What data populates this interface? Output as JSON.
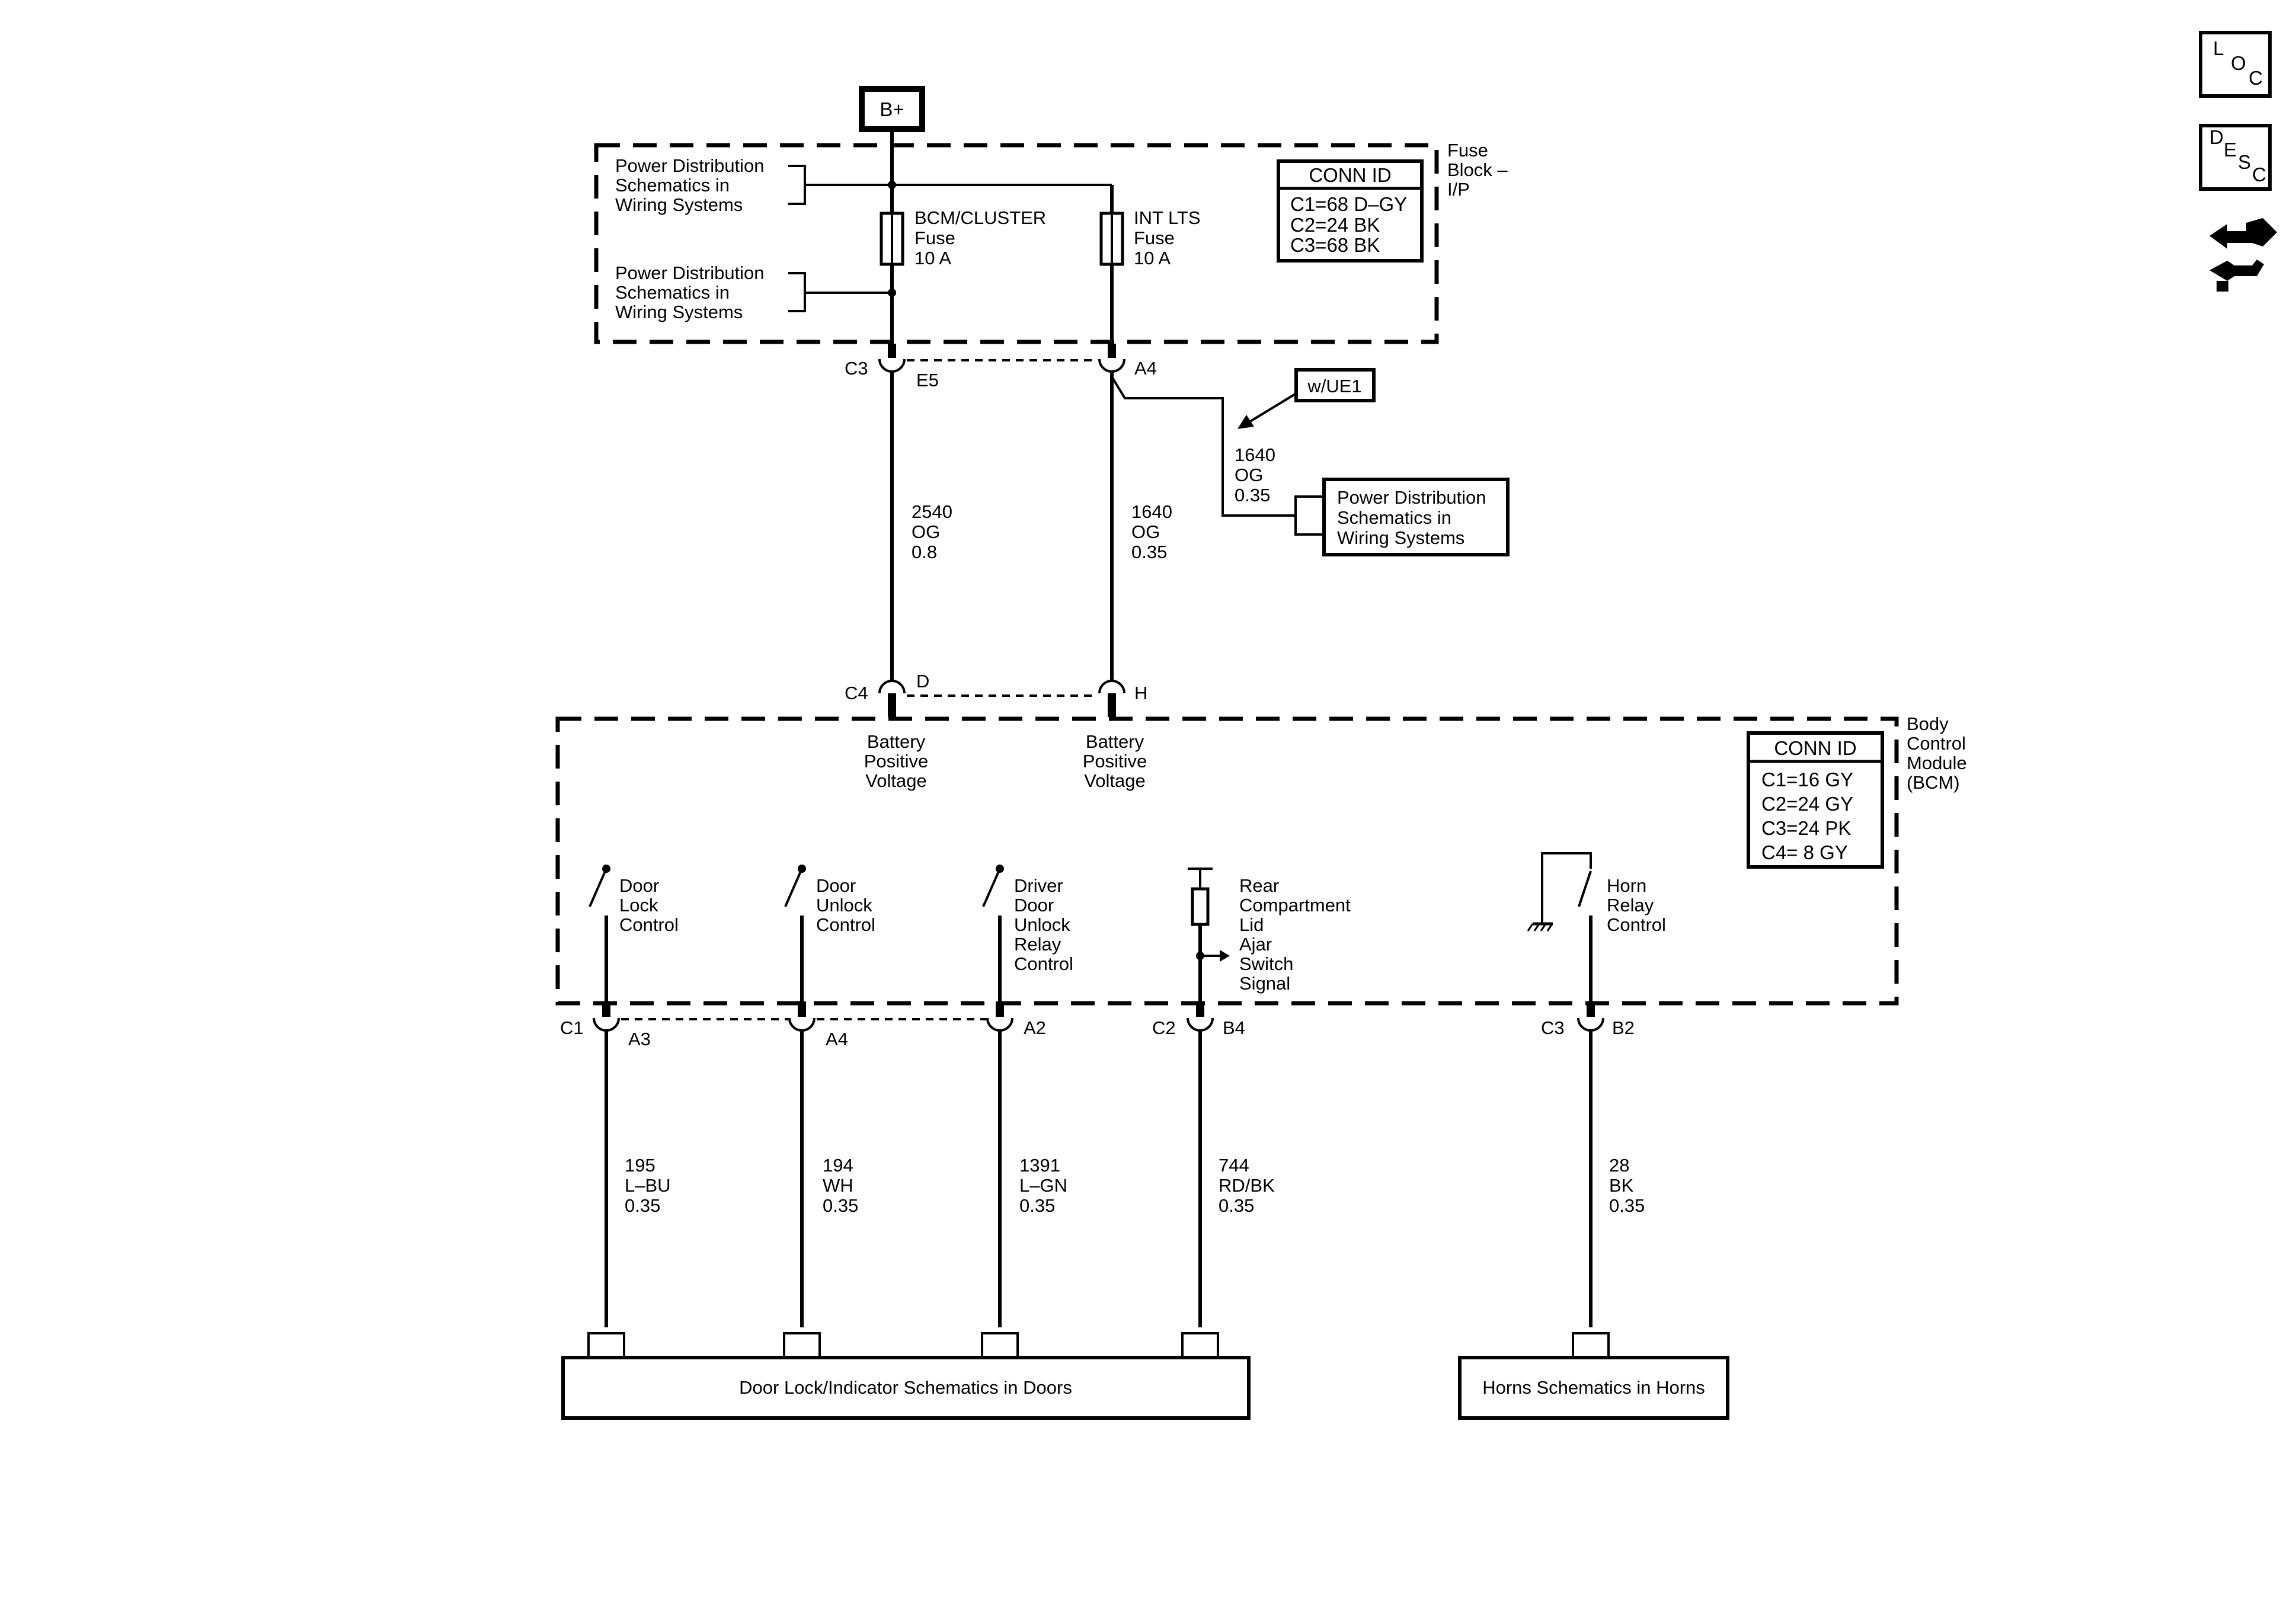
{
  "source": {
    "label": "B+"
  },
  "fuse_block": {
    "title": [
      "Fuse",
      "Block –",
      "I/P"
    ],
    "pdist_upper": [
      "Power Distribution",
      "Schematics in",
      "Wiring Systems"
    ],
    "pdist_lower": [
      "Power Distribution",
      "Schematics in",
      "Wiring Systems"
    ],
    "fuse_bcm": [
      "BCM/CLUSTER",
      "Fuse",
      "10 A"
    ],
    "fuse_int": [
      "INT LTS",
      "Fuse",
      "10 A"
    ],
    "conn_id": {
      "header": "CONN ID",
      "rows": [
        "C1=68 D–GY",
        "C2=24 BK",
        "C3=68 BK"
      ]
    },
    "connector_left": {
      "id": "C3",
      "pin": "E5"
    },
    "connector_right": {
      "pin": "A4"
    }
  },
  "option": {
    "label": "w/UE1"
  },
  "branch_wire": [
    "1640",
    "OG",
    "0.35"
  ],
  "pdist_right": [
    "Power Distribution",
    "Schematics in",
    "Wiring Systems"
  ],
  "wires_upper": [
    {
      "lines": [
        "2540",
        "OG",
        "0.8"
      ]
    },
    {
      "lines": [
        "1640",
        "OG",
        "0.35"
      ]
    }
  ],
  "bcm": {
    "title": [
      "Body",
      "Control",
      "Module",
      "(BCM)"
    ],
    "connector_top": {
      "id": "C4",
      "pin_left": "D",
      "pin_right": "H"
    },
    "inputs": [
      [
        "Battery",
        "Positive",
        "Voltage"
      ],
      [
        "Battery",
        "Positive",
        "Voltage"
      ]
    ],
    "conn_id": {
      "header": "CONN ID",
      "rows": [
        "C1=16 GY",
        "C2=24 GY",
        "C3=24 PK",
        "C4=  8 GY"
      ]
    },
    "switches": [
      {
        "label": [
          "Door",
          "Lock",
          "Control"
        ],
        "connector": "C1",
        "pin": "A3",
        "wire": [
          "195",
          "L–BU",
          "0.35"
        ]
      },
      {
        "label": [
          "Door",
          "Unlock",
          "Control"
        ],
        "connector": "",
        "pin": "A4",
        "wire": [
          "194",
          "WH",
          "0.35"
        ]
      },
      {
        "label": [
          "Driver",
          "Door",
          "Unlock",
          "Relay",
          "Control"
        ],
        "connector": "",
        "pin": "A2",
        "wire": [
          "1391",
          "L–GN",
          "0.35"
        ]
      },
      {
        "label": [
          "Rear",
          "Compartment",
          "Lid",
          "Ajar",
          "Switch",
          "Signal"
        ],
        "connector": "C2",
        "pin": "B4",
        "wire": [
          "744",
          "RD/BK",
          "0.35"
        ]
      },
      {
        "label": [
          "Horn",
          "Relay",
          "Control"
        ],
        "connector": "C3",
        "pin": "B2",
        "wire": [
          "28",
          "BK",
          "0.35"
        ]
      }
    ]
  },
  "destinations": {
    "doors": "Door Lock/Indicator Schematics in Doors",
    "horns": "Horns Schematics in Horns"
  },
  "nav": {
    "loc": [
      "L",
      "O",
      "C"
    ],
    "desc": [
      "D",
      "E",
      "S",
      "C"
    ],
    "icons": [
      "loc-icon",
      "desc-icon",
      "navigation-arrows-icon"
    ]
  }
}
